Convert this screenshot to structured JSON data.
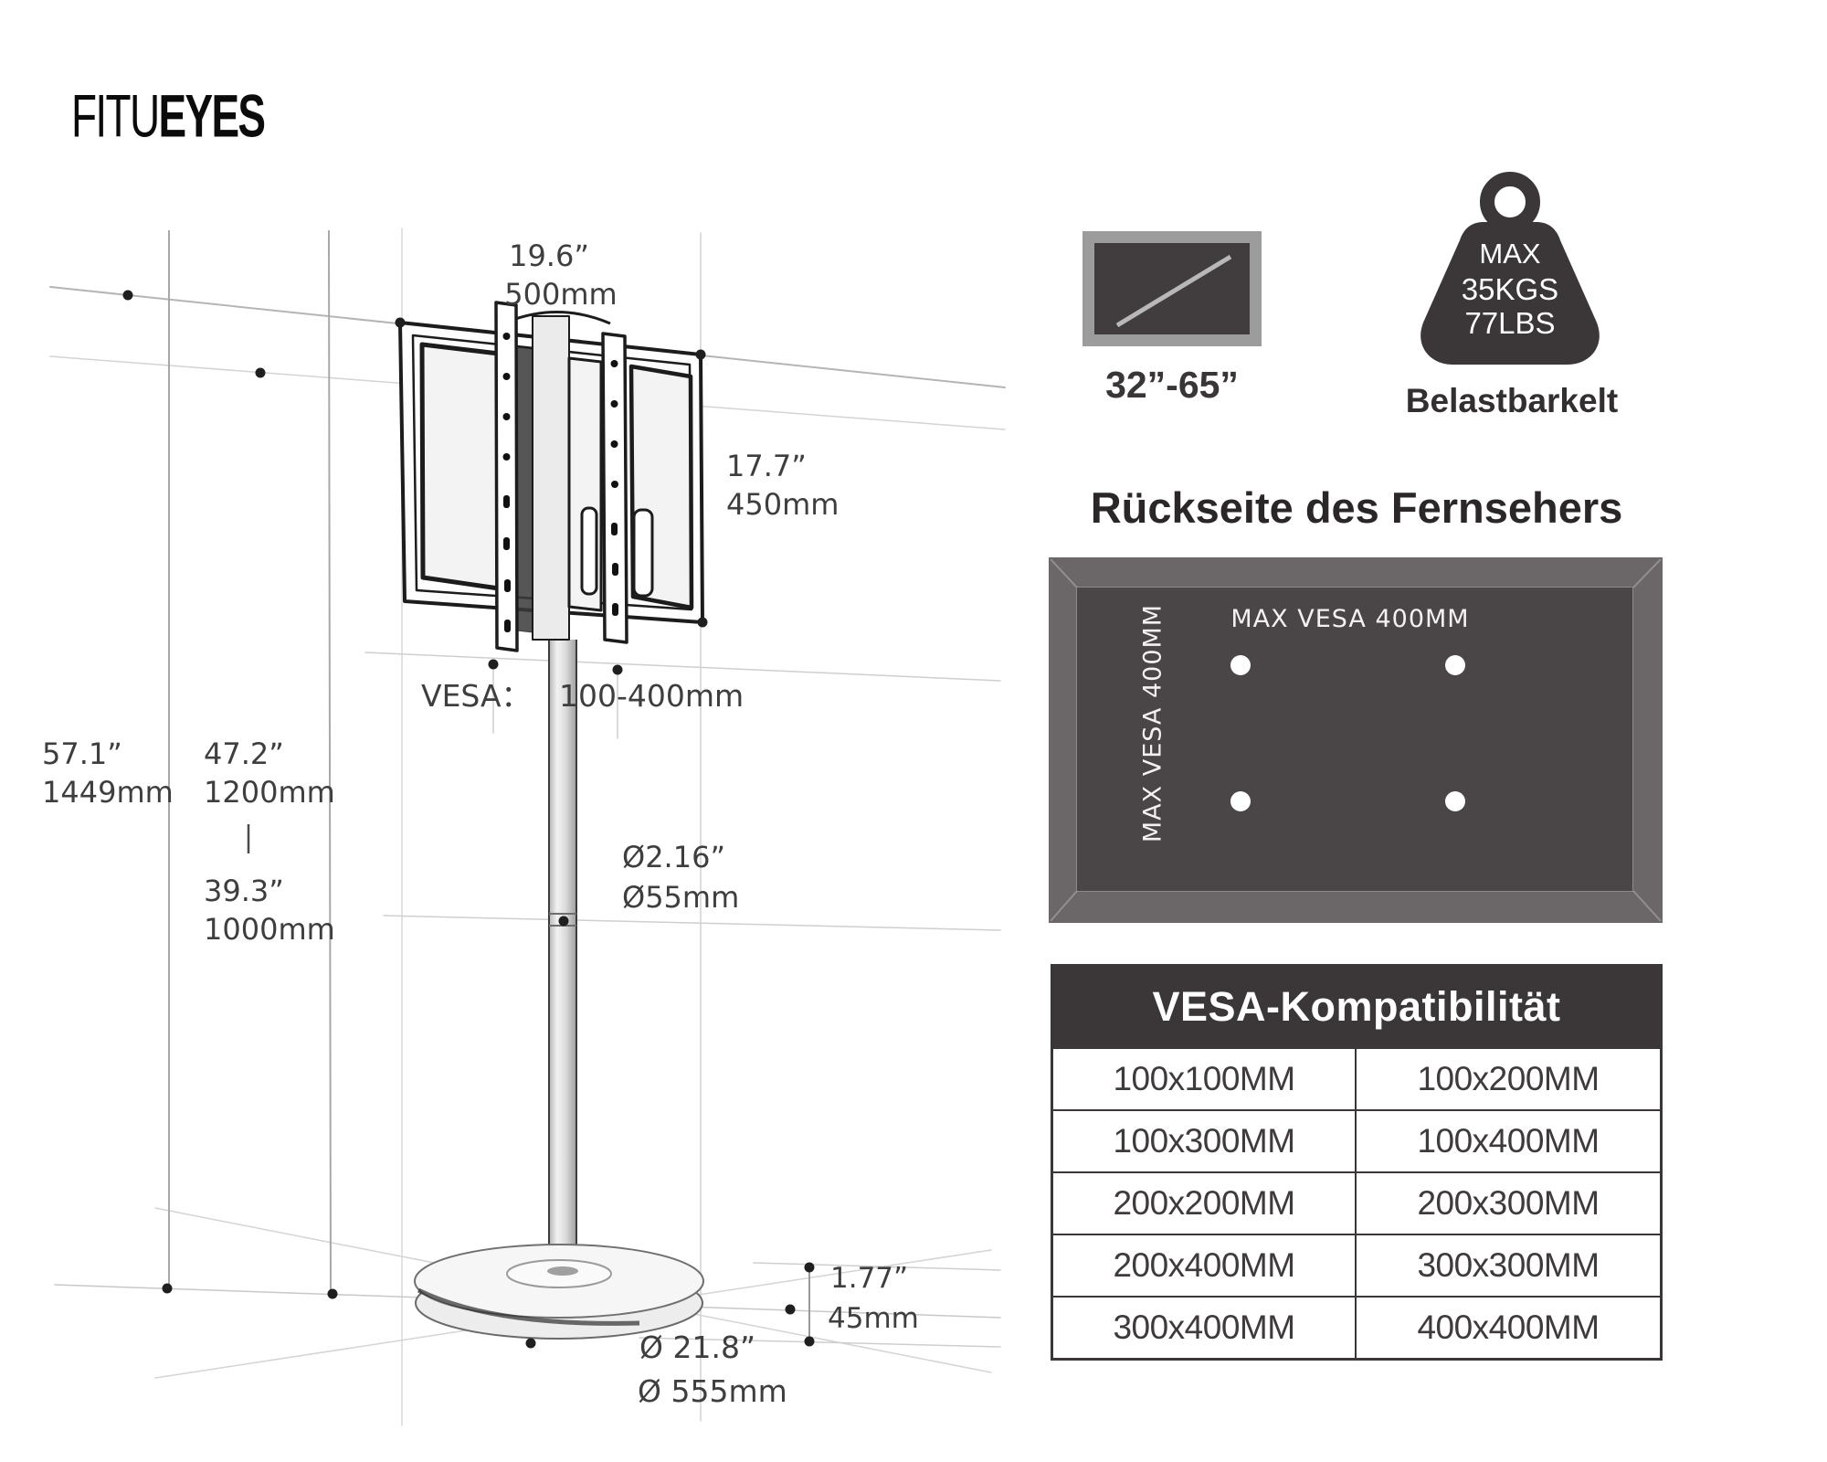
{
  "brand": {
    "logo_light": "FITU",
    "logo_bold": "EYES"
  },
  "drawing": {
    "width_label": {
      "inches": "19.6”",
      "mm": "500mm"
    },
    "height_label": {
      "inches": "17.7”",
      "mm": "450mm"
    },
    "total_height_label": {
      "inches": "57.1”",
      "mm": "1449mm"
    },
    "max_height_label": {
      "inches": "47.2”",
      "mm": "1200mm"
    },
    "min_height_label": {
      "inches": "39.3”",
      "mm": "1000mm"
    },
    "vesa_label": {
      "prefix": "VESA：",
      "range": "100-400mm"
    },
    "pole_diameter_label": {
      "inches": "Ø2.16”",
      "mm": "Ø55mm"
    },
    "base_thickness_label": {
      "inches": "1.77”",
      "mm": "45mm"
    },
    "base_diameter_label": {
      "inches": "Ø 21.8”",
      "mm": "Ø 555mm"
    }
  },
  "badges": {
    "screen_size": "32”-65”",
    "weight": {
      "line1": "MAX",
      "line2": "35KGS",
      "line3": "77LBS",
      "caption": "Belastbarkelt"
    }
  },
  "back_panel": {
    "heading": "Rückseite des Fernsehers",
    "max_vesa_horizontal": "MAX VESA 400MM",
    "max_vesa_vertical": "MAX VESA 400MM"
  },
  "vesa_table": {
    "title": "VESA-Kompatibilität",
    "rows": [
      [
        "100x100MM",
        "100x200MM"
      ],
      [
        "100x300MM",
        "100x400MM"
      ],
      [
        "200x200MM",
        "200x300MM"
      ],
      [
        "200x400MM",
        "300x300MM"
      ],
      [
        "300x400MM",
        "400x400MM"
      ]
    ]
  },
  "colors": {
    "charcoal": "#3b3637",
    "panel_frame": "#6b6667",
    "panel_face": "#4a4546",
    "tv_icon_frame": "#9c9c9c",
    "tv_icon_screen": "#413c3d"
  }
}
